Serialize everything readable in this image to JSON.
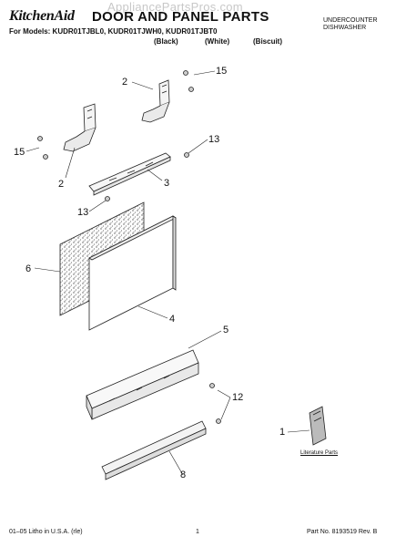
{
  "header": {
    "brand": "KitchenAid",
    "title": "DOOR AND PANEL PARTS",
    "watermark": "AppliancePartsPros.com",
    "models_line": "For Models: KUDR01TJBL0, KUDR01TJWH0, KUDR01TJBT0",
    "variants": [
      "(Black)",
      "(White)",
      "(Biscuit)"
    ],
    "category_line1": "UNDERCOUNTER",
    "category_line2": "DISHWASHER"
  },
  "callouts": [
    "15",
    "2",
    "15",
    "2",
    "13",
    "3",
    "13",
    "6",
    "4",
    "5",
    "12",
    "1",
    "8"
  ],
  "literature_label": "Literature Parts",
  "footer": {
    "left": "01–05 Litho in U.S.A. (rle)",
    "page": "1",
    "right": "Part No. 8193519 Rev. B"
  }
}
